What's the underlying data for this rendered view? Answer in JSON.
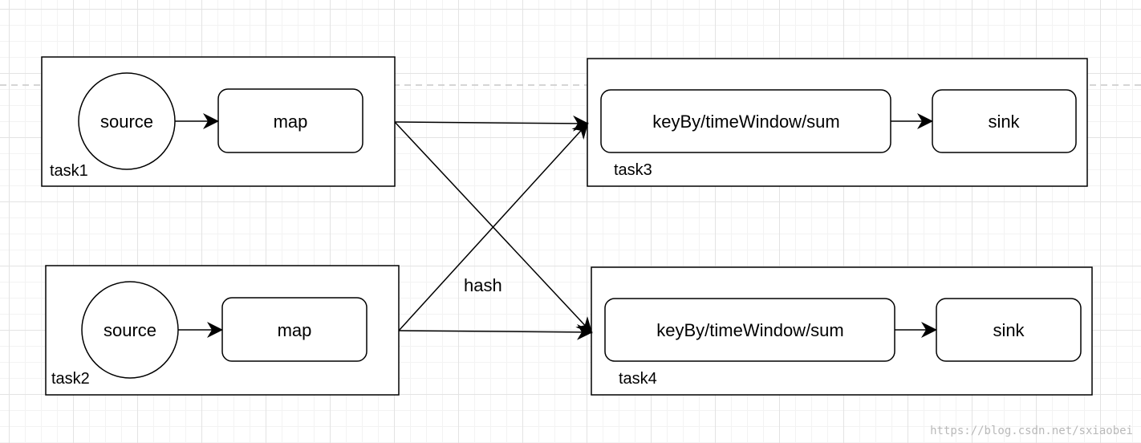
{
  "diagram": {
    "tasks": [
      {
        "label": "task1",
        "source": "source",
        "map": "map"
      },
      {
        "label": "task2",
        "source": "source",
        "map": "map"
      },
      {
        "label": "task3",
        "op": "keyBy/timeWindow/sum",
        "sink": "sink"
      },
      {
        "label": "task4",
        "op": "keyBy/timeWindow/sum",
        "sink": "sink"
      }
    ],
    "edge_label": "hash"
  },
  "watermark": "https://blog.csdn.net/sxiaobei"
}
